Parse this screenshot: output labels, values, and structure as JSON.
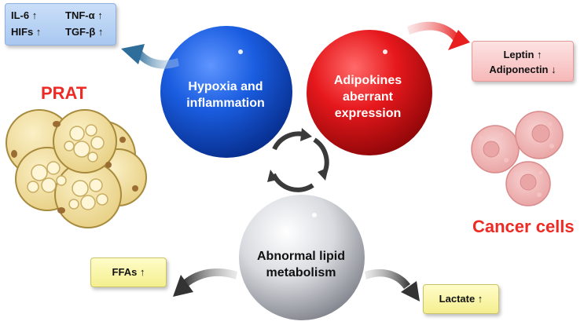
{
  "spheres": {
    "hypoxia": {
      "line1": "Hypoxia and",
      "line2": "inflammation"
    },
    "adipokines": {
      "line1": "Adipokines",
      "line2": "aberrant",
      "line3": "expression"
    },
    "lipid": {
      "line1": "Abnormal lipid",
      "line2": "metabolism"
    }
  },
  "markers_box": {
    "il6": "IL-6 ↑",
    "tnf": "TNF-α ↑",
    "hifs": "HIFs ↑",
    "tgf": "TGF-β ↑"
  },
  "adipokine_box": {
    "leptin": "Leptin ↑",
    "adiponectin": "Adiponectin ↓"
  },
  "ffa_box": "FFAs ↑",
  "lactate_box": "Lactate ↑",
  "labels": {
    "prat": "PRAT",
    "cancer_cells": "Cancer cells"
  },
  "colors": {
    "hypoxia_sphere": "#1456d8",
    "adipokine_sphere": "#e3161a",
    "lipid_sphere": "#c9cbd2",
    "label_red": "#ee2a24",
    "adipocyte": "#f4e2a2",
    "cancer_cell": "#f2b6b6"
  },
  "icons": [
    "cycle-arrows-icon",
    "curved-arrow-icon",
    "adipocyte-cluster-icon",
    "cancer-cell-icon"
  ]
}
